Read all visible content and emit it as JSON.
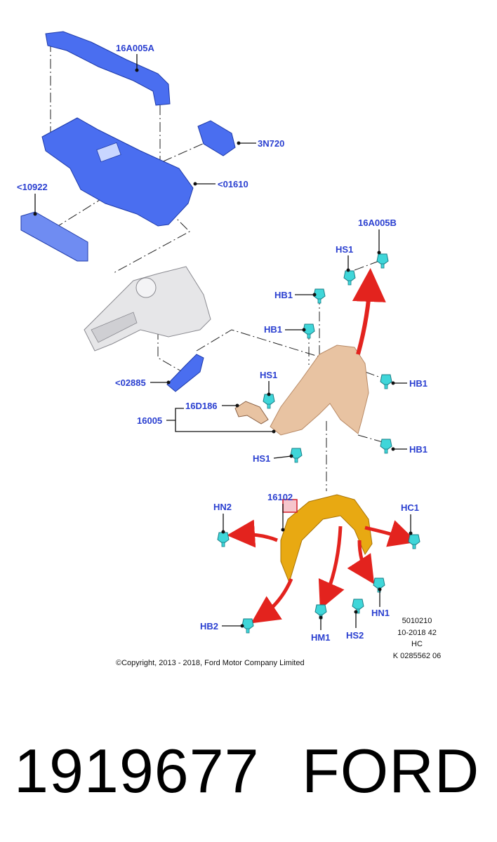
{
  "diagram": {
    "part_labels": {
      "p16A005A": "16A005A",
      "p3N720": "3N720",
      "p10922": "<10922",
      "p01610": "<01610",
      "p16A005B": "16A005B",
      "hs1_top": "HS1",
      "hb1_a": "HB1",
      "hb1_b": "HB1",
      "hs1_mid": "HS1",
      "p02885": "<02885",
      "p16D186": "16D186",
      "p16005": "16005",
      "hb1_right_upper": "HB1",
      "hb1_right_lower": "HB1",
      "hs1_low": "HS1",
      "p16102": "16102",
      "hn2": "HN2",
      "hc1": "HC1",
      "hn1": "HN1",
      "hs2": "HS2",
      "hm1": "HM1",
      "hb2": "HB2"
    },
    "doc_info": [
      "5010210",
      "10-2018 42",
      "HC",
      "K 0285562 06"
    ],
    "copyright": "©Copyright, 2013 - 2018, Ford Motor Company Limited",
    "colors": {
      "label": "#2a3fd0",
      "blue_parts": "#4a6ef0",
      "fender": "#e8c3a2",
      "liner": "#e8a912",
      "fastener": "#3fd6d9",
      "arrow": "#e3231e"
    }
  },
  "footer": {
    "part_number": "1919677",
    "brand": "FORD"
  }
}
